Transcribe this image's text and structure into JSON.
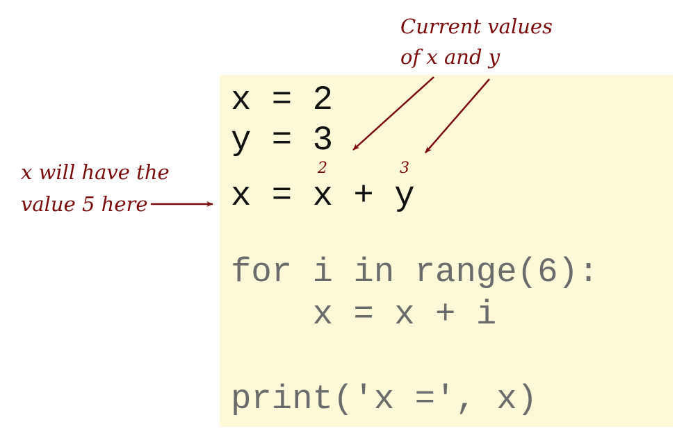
{
  "code": {
    "highlighted_lines": [
      "x = 2",
      "y = 3",
      "x = x + y"
    ],
    "dimmed_lines": [
      "for i in range(6):",
      "    x = x + i",
      "",
      "print('x =', x)"
    ]
  },
  "annotations": {
    "top_line1": "Current values",
    "top_line2": "of x and y",
    "left_line1": "x will have the",
    "left_line2": "value 5 here",
    "x_value": "2",
    "y_value": "3"
  },
  "colors": {
    "annotation": "#7a0a0a",
    "box": "#fdf8d8",
    "dimmed_code": "#6b6b6b"
  }
}
